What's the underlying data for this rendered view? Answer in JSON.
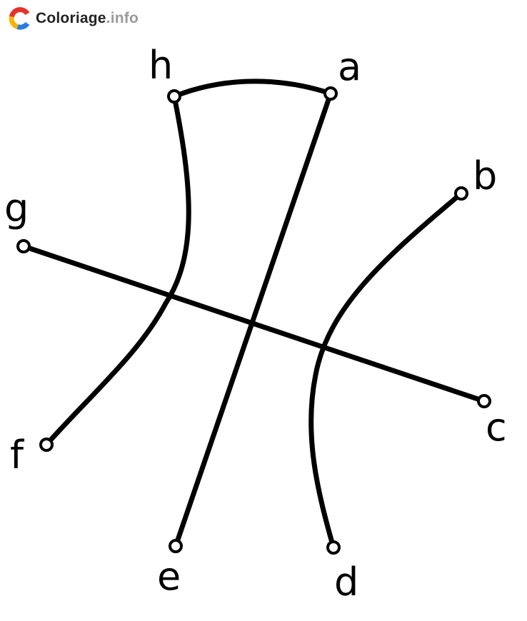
{
  "brand": {
    "name": "Coloriage",
    "tld": ".info",
    "logo_icon": "coloriage-c-logo-icon",
    "logo_colors": [
      "#e63329",
      "#f7b500",
      "#2a7de1"
    ]
  },
  "diagram": {
    "type": "connect-the-letters",
    "labels": {
      "a": "a",
      "b": "b",
      "c": "c",
      "d": "d",
      "e": "e",
      "f": "f",
      "g": "g",
      "h": "h"
    },
    "connections": [
      [
        "h",
        "a"
      ],
      [
        "h",
        "f"
      ],
      [
        "a",
        "e"
      ],
      [
        "g",
        "c"
      ],
      [
        "b",
        "d"
      ]
    ]
  }
}
